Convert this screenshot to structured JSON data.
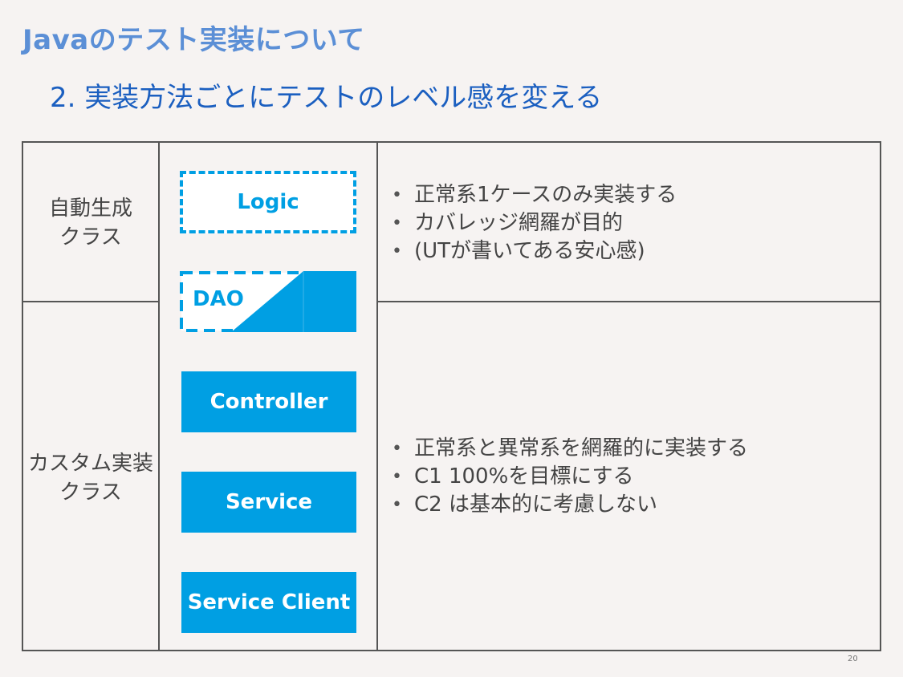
{
  "slide": {
    "title": "Javaのテスト実装について",
    "subtitle": "2. 実装方法ごとにテストのレベル感を変える",
    "page_number": "20"
  },
  "table": {
    "rows": [
      {
        "label_lines": [
          "自動生成",
          "クラス"
        ],
        "bullets": [
          "正常系1ケースのみ実装する",
          "カバレッジ網羅が目的",
          "(UTが書いてある安心感)"
        ]
      },
      {
        "label_lines": [
          "カスタム実装",
          "クラス"
        ],
        "bullets": [
          "正常系と異常系を網羅的に実装する",
          "C1 100%を目標にする",
          "C2 は基本的に考慮しない"
        ]
      }
    ],
    "components": {
      "logic": "Logic",
      "dao": "DAO",
      "controller": "Controller",
      "service": "Service",
      "service_client": "Service Client"
    }
  },
  "colors": {
    "title": "#5b8fd6",
    "subtitle": "#1b5fc0",
    "component_fill": "#009fe3",
    "background": "#f6f3f2",
    "grid_lines": "#555555"
  }
}
